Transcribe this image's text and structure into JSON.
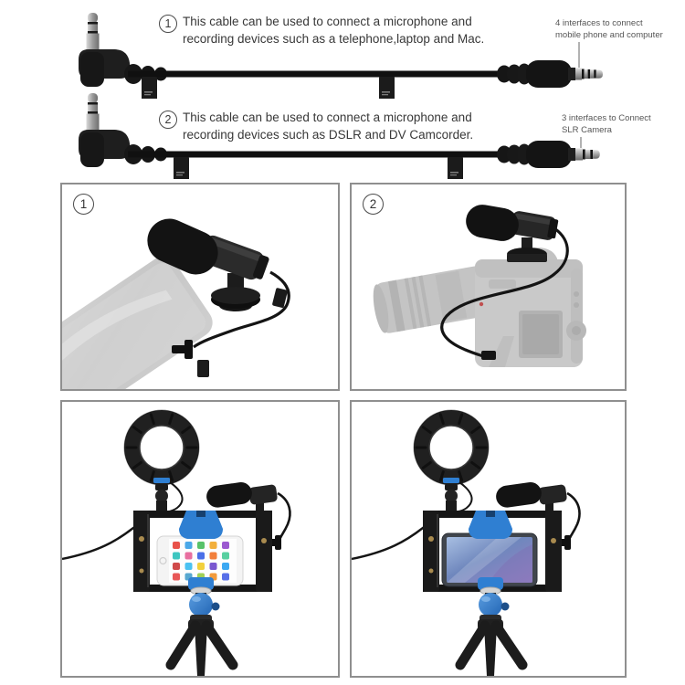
{
  "colors": {
    "accent_blue": "#2f7fd2",
    "panel_border": "#8f8f8f",
    "text": "#383838",
    "note_text": "#555555",
    "ghost_gray": "#c9c9c9",
    "cable_black": "#151515"
  },
  "instructions": [
    {
      "number": "1",
      "line1": "This cable can be used to connect a microphone and",
      "line2": "recording devices such as a telephone,laptop and Mac.",
      "note": {
        "line1": "4 interfaces to connect",
        "line2": "mobile phone and computer"
      },
      "cable_icon": "trrs-4-pole-cable-icon"
    },
    {
      "number": "2",
      "line1": "This cable can be used to connect a microphone and",
      "line2": "recording devices such as DSLR and DV Camcorder.",
      "note": {
        "line1": "3 interfaces to Connect",
        "line2": "SLR Camera"
      },
      "cable_icon": "trs-3-pole-cable-icon"
    }
  ],
  "panels": [
    {
      "number": "1",
      "scene_icon": "microphone-plugged-into-smartphone-icon"
    },
    {
      "number": "2",
      "scene_icon": "microphone-mounted-on-dslr-icon"
    },
    {
      "scene_icon": "vlog-rig-ring-light-iphone-icon"
    },
    {
      "scene_icon": "vlog-rig-ring-light-android-icon"
    }
  ]
}
